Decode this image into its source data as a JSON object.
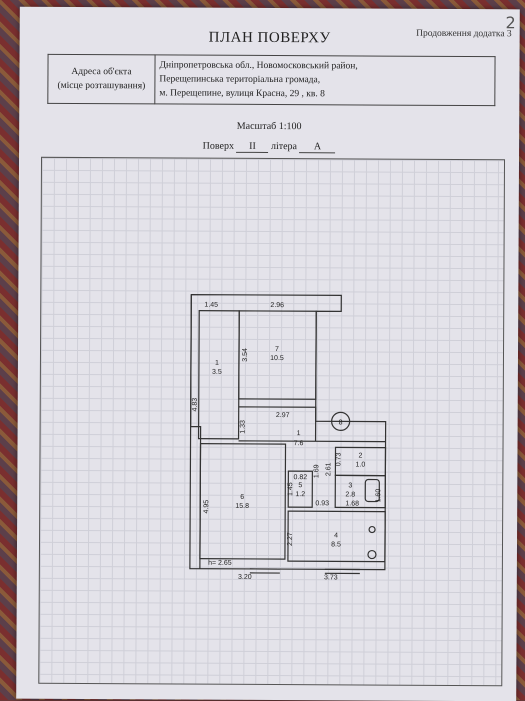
{
  "header": {
    "corner_note": "2",
    "appendix": "Продовження додатка 3",
    "title": "ПЛАН ПОВЕРХУ"
  },
  "address": {
    "label_line1": "Адреса об'єкта",
    "label_line2": "(місце розташування)",
    "line1": "Дніпропетровська обл., Новомосковський район,",
    "line2": "Перещепинська територіальна громада,",
    "line3": "м. Перещепине, вулиця Красна, 29 , кв. 8"
  },
  "scale": "Масштаб 1:100",
  "floor": {
    "floor_label": "Поверх",
    "floor_value": "II",
    "letter_label": "літера",
    "letter_value": "А"
  },
  "plan": {
    "apartment_number": "8",
    "height_note": "h= 2.65",
    "rooms": [
      {
        "number": "7",
        "area": "10.5"
      },
      {
        "number": "1",
        "area": "3.5"
      },
      {
        "number": "1",
        "area": "7.6"
      },
      {
        "number": "6",
        "area": "15.8"
      },
      {
        "number": "2",
        "area": "1.0"
      },
      {
        "number": "3",
        "area": "2.8"
      },
      {
        "number": "5",
        "area": "1.2"
      },
      {
        "number": "4",
        "area": "8.5"
      }
    ],
    "dimensions": [
      "1.45",
      "2.96",
      "3.54",
      "4.83",
      "2.97",
      "1.33",
      "4.95",
      "3.20",
      "3.73",
      "0.73",
      "1.69",
      "2.61",
      "0.82",
      "1.45",
      "0.93",
      "1.68",
      "1.60",
      "2.27"
    ]
  }
}
